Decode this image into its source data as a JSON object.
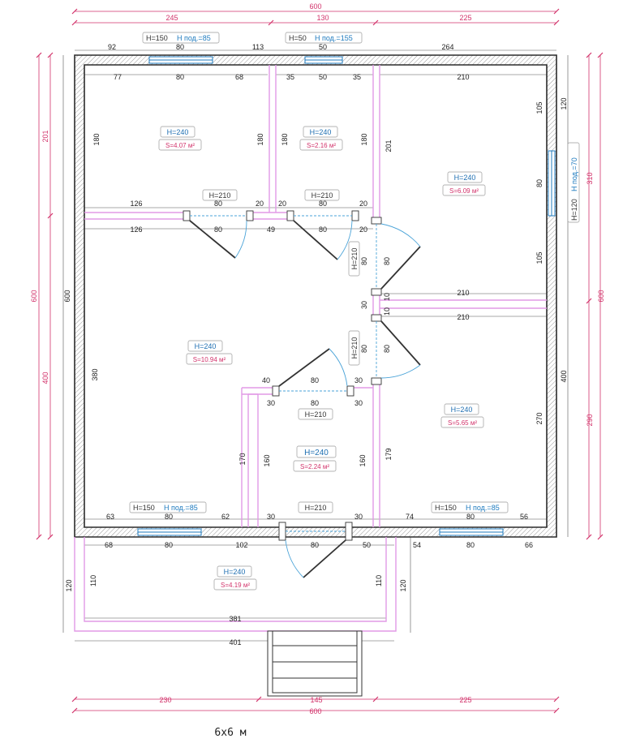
{
  "caption": "6x6 м",
  "colors": {
    "wall": "#2b2b2b",
    "partition": "#e29ae6",
    "accent_red": "#d2336b",
    "window_blue": "#1f7bbf",
    "door_blue": "#4aa3d8"
  },
  "top_dims": {
    "overall": "600",
    "a": "245",
    "b": "130",
    "c": "225"
  },
  "bottom_dims": {
    "overall": "600",
    "a": "230",
    "b": "145",
    "c": "225"
  },
  "left_dims": {
    "overall": "600",
    "a": "201",
    "b": "400"
  },
  "right_dims": {
    "overall": "600",
    "a": "310",
    "b": "290"
  },
  "outer_top": {
    "d1": "92",
    "d2": "80",
    "d3": "113",
    "d4": "50",
    "d5": "264"
  },
  "labels": {
    "win_top1": {
      "h": "H=150",
      "sill": "H под.=85"
    },
    "win_top2": {
      "h": "H=50",
      "sill": "H под.=155"
    },
    "win_right": {
      "h": "H=120",
      "sill": "H под.=70"
    },
    "win_bot1": {
      "h": "H=150",
      "sill": "H под.=85"
    },
    "win_bot2": {
      "h": "H=150",
      "sill": "H под.=85"
    },
    "door_h": "H=210"
  },
  "rooms": [
    {
      "h": "H=240",
      "s": "S=4.07 м²"
    },
    {
      "h": "H=240",
      "s": "S=2.16 м²"
    },
    {
      "h": "H=240",
      "s": "S=6.09 м²"
    },
    {
      "h": "H=240",
      "s": "S=10.94 м²"
    },
    {
      "h": "H=240",
      "s": "S=5.65 м²"
    },
    {
      "h": "H=240",
      "s": "S=2.24 м²"
    },
    {
      "h": "H=240",
      "s": "S=4.19 м²"
    }
  ],
  "inner_dims": {
    "r1_top": [
      "77",
      "80",
      "68"
    ],
    "r2_top": [
      "35",
      "50",
      "35"
    ],
    "r3_top": "210",
    "r1_left": "180",
    "r1_right": "180",
    "r2_left": "180",
    "r2_right": "180",
    "r3_left": "201",
    "r3_right_a": "105",
    "r3_right_b": "105",
    "r3_right_w": "80",
    "right_outer_a": "120",
    "right_outer_b": "400",
    "r1_bot": [
      "126",
      "80",
      "20"
    ],
    "r2_bot": [
      "20",
      "80",
      "20"
    ],
    "hall_top": [
      "126",
      "80",
      "49",
      "80",
      "20"
    ],
    "door_vert": [
      "80",
      "80",
      "30",
      "10",
      "10",
      "80",
      "80"
    ],
    "r3_bot": "210",
    "r5_top": "210",
    "hall_left_outer": "600",
    "hall_left": "380",
    "bath_top": [
      "40",
      "80",
      "30"
    ],
    "bath_in": [
      "30",
      "80",
      "30"
    ],
    "bath_left": "170",
    "bath_inner_l": "160",
    "bath_inner_r": "160",
    "bath_right": "179",
    "r5_right": "270",
    "hall_bot": [
      "63",
      "80",
      "62"
    ],
    "bath_bot": [
      "30",
      "30"
    ],
    "r5_bot": [
      "74",
      "80",
      "56"
    ],
    "porch_top": [
      "68",
      "80",
      "102",
      "80",
      "50",
      "54",
      "80",
      "66"
    ],
    "porch_left": "120",
    "porch_in_l": "110",
    "porch_in_r": "110",
    "porch_right": "120",
    "porch_in_w": "381",
    "porch_out_w": "401"
  }
}
